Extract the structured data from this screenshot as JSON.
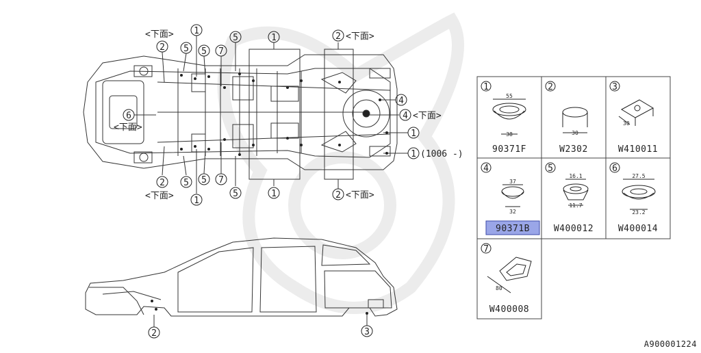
{
  "diagram_code": "A900001224",
  "annotations": {
    "lower_face": "<下面>",
    "lower_face_left": "<下面",
    "range_note": "(1006 -)"
  },
  "callout_numbers": [
    "1",
    "2",
    "3",
    "4",
    "5",
    "6",
    "7"
  ],
  "parts_table": [
    {
      "ref": "1",
      "part_no": "90371F",
      "dims": [
        "55",
        "38"
      ]
    },
    {
      "ref": "2",
      "part_no": "W2302",
      "dims": [
        "30"
      ]
    },
    {
      "ref": "3",
      "part_no": "W410011",
      "dims": [
        "30"
      ]
    },
    {
      "ref": "4",
      "part_no": "90371B",
      "dims": [
        "37",
        "32"
      ],
      "highlighted": true
    },
    {
      "ref": "5",
      "part_no": "W400012",
      "dims": [
        "16.1",
        "11.7"
      ]
    },
    {
      "ref": "6",
      "part_no": "W400014",
      "dims": [
        "27.5",
        "23.2"
      ]
    },
    {
      "ref": "7",
      "part_no": "W400008",
      "dims": [
        "80"
      ]
    }
  ],
  "colors": {
    "line": "#222222",
    "highlight": "#9aa6e8",
    "watermark": "#ececec"
  }
}
